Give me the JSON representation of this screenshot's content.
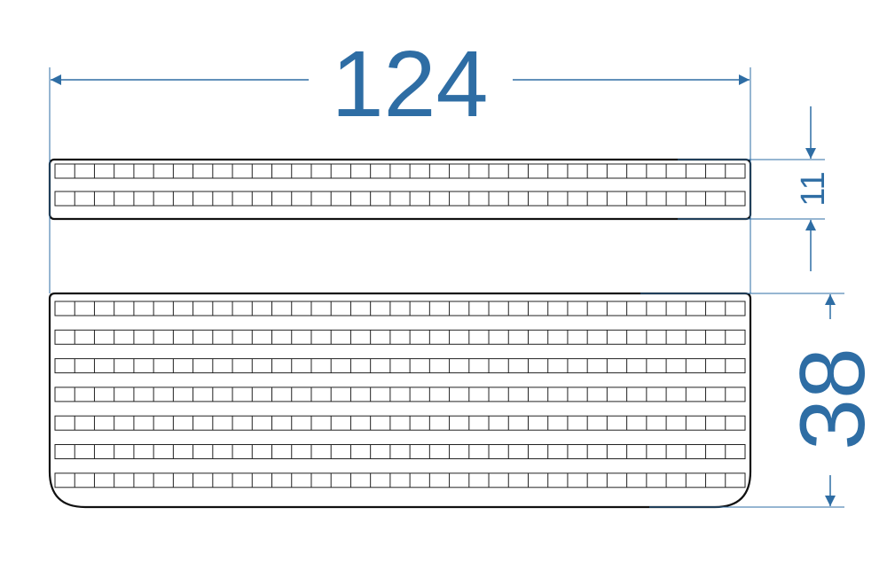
{
  "dimensions": {
    "width": "124",
    "top_height": "11",
    "bottom_height": "38"
  },
  "panels": {
    "top": {
      "grid_rows": 2,
      "grid_cols": 35
    },
    "bottom": {
      "grid_rows": 7,
      "grid_cols": 35
    }
  },
  "colors": {
    "dimension": "#2e6da4",
    "outline": "#111111",
    "grid": "#222222",
    "background": "#ffffff"
  }
}
